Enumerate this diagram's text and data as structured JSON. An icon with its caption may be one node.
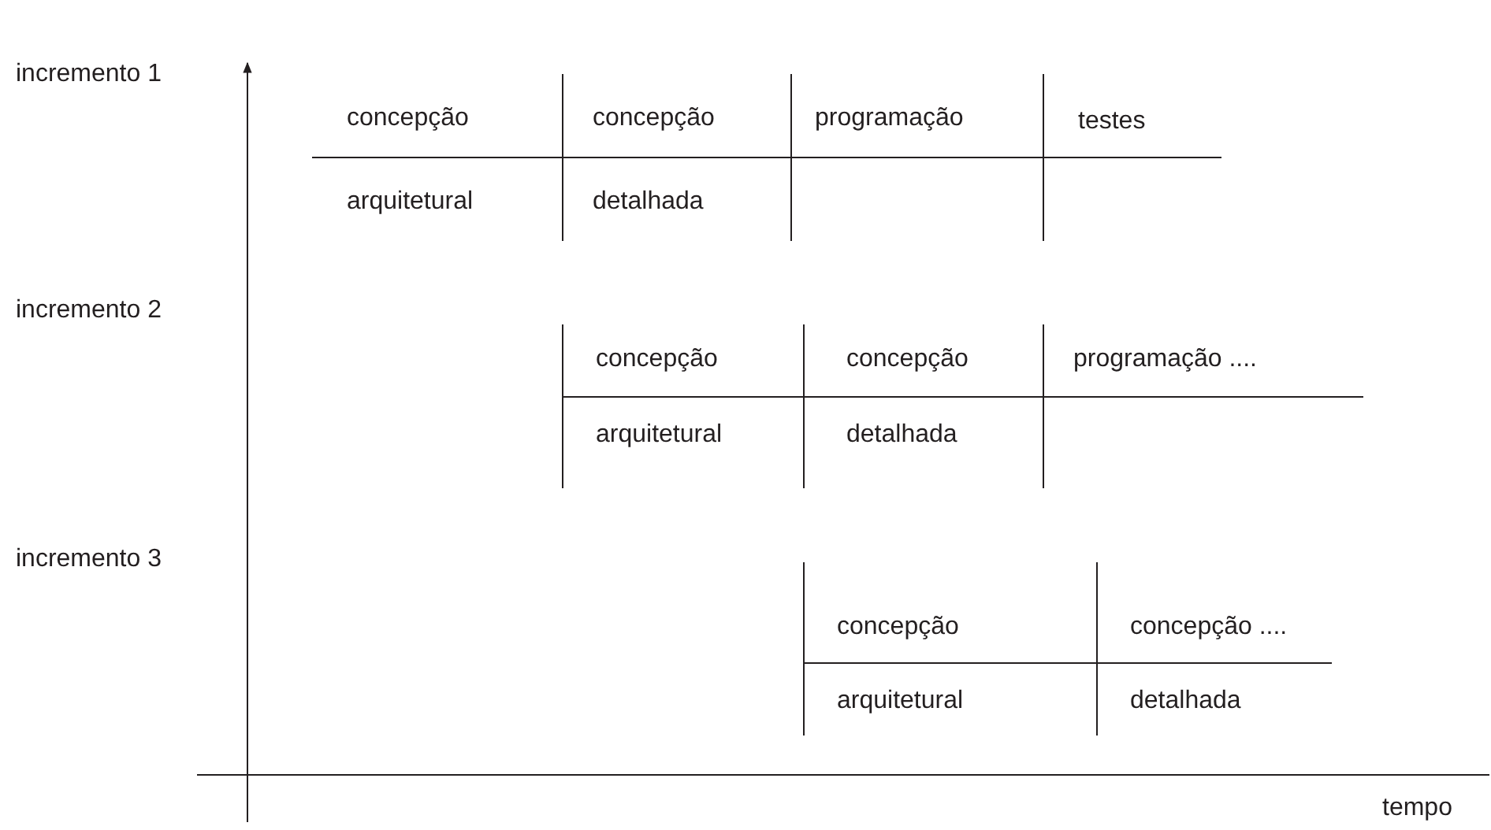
{
  "diagram": {
    "labels": [
      "incremento 1",
      "concepção",
      "concepção",
      "programação",
      "testes",
      "arquitetural",
      "detalhada",
      "incremento 2",
      "concepção",
      "concepção",
      "programação ....",
      "arquitetural",
      "detalhada",
      "incremento 3",
      "concepção",
      "concepção ....",
      "arquitetural",
      "detalhada",
      "tempo"
    ]
  }
}
